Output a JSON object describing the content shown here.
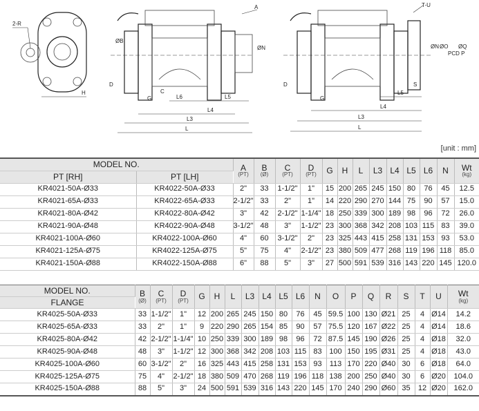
{
  "drawing_labels": {
    "d1": {
      "r": "2-R",
      "h": "H"
    },
    "d2": {
      "a": "A",
      "b": "ØB",
      "n": "ØN",
      "d": "D",
      "g": "G",
      "c": "C",
      "l6": "L6",
      "l5": "L5",
      "l4": "L4",
      "l3": "L3",
      "l": "L"
    },
    "d3": {
      "tu": "T-U",
      "n": "ØN",
      "o": "ØO",
      "pcd": "PCD P",
      "q": "ØQ",
      "d": "D",
      "s": "S",
      "g": "G",
      "l5": "L5",
      "l4": "L4",
      "l3": "L3",
      "l": "L"
    }
  },
  "unit": "[unit : mm]",
  "table1": {
    "model_no": "MODEL NO.",
    "pt_rh": "PT [RH]",
    "pt_lh": "PT [LH]",
    "cols": [
      {
        "h": "A",
        "s": "(PT)"
      },
      {
        "h": "B",
        "s": "(Ø)"
      },
      {
        "h": "C",
        "s": "(PT)"
      },
      {
        "h": "D",
        "s": "(PT)"
      },
      {
        "h": "G",
        "s": ""
      },
      {
        "h": "H",
        "s": ""
      },
      {
        "h": "L",
        "s": ""
      },
      {
        "h": "L3",
        "s": ""
      },
      {
        "h": "L4",
        "s": ""
      },
      {
        "h": "L5",
        "s": ""
      },
      {
        "h": "L6",
        "s": ""
      },
      {
        "h": "N",
        "s": ""
      },
      {
        "h": "Wt",
        "s": "(kg)"
      }
    ],
    "rows": [
      [
        "KR4021-50A-Ø33",
        "KR4022-50A-Ø33",
        "2\"",
        "33",
        "1-1/2\"",
        "1\"",
        "15",
        "200",
        "265",
        "245",
        "150",
        "80",
        "76",
        "45",
        "12.5"
      ],
      [
        "KR4021-65A-Ø33",
        "KR4022-65A-Ø33",
        "2-1/2\"",
        "33",
        "2\"",
        "1\"",
        "14",
        "220",
        "290",
        "270",
        "144",
        "75",
        "90",
        "57",
        "15.0"
      ],
      [
        "KR4021-80A-Ø42",
        "KR4022-80A-Ø42",
        "3\"",
        "42",
        "2-1/2\"",
        "1-1/4\"",
        "18",
        "250",
        "339",
        "300",
        "189",
        "98",
        "96",
        "72",
        "26.0"
      ],
      [
        "KR4021-90A-Ø48",
        "KR4022-90A-Ø48",
        "3-1/2\"",
        "48",
        "3\"",
        "1-1/2\"",
        "23",
        "300",
        "368",
        "342",
        "208",
        "103",
        "115",
        "83",
        "39.0"
      ],
      [
        "KR4021-100A-Ø60",
        "KR4022-100A-Ø60",
        "4\"",
        "60",
        "3-1/2\"",
        "2\"",
        "23",
        "325",
        "443",
        "415",
        "258",
        "131",
        "153",
        "93",
        "53.0"
      ],
      [
        "KR4021-125A-Ø75",
        "KR4022-125A-Ø75",
        "5\"",
        "75",
        "4\"",
        "2-1/2\"",
        "23",
        "380",
        "509",
        "477",
        "268",
        "119",
        "196",
        "118",
        "85.0"
      ],
      [
        "KR4021-150A-Ø88",
        "KR4022-150A-Ø88",
        "6\"",
        "88",
        "5\"",
        "3\"",
        "27",
        "500",
        "591",
        "539",
        "316",
        "143",
        "220",
        "145",
        "120.0"
      ]
    ]
  },
  "table2": {
    "model_no": "MODEL NO.",
    "flange": "FLANGE",
    "cols": [
      {
        "h": "B",
        "s": "(Ø)"
      },
      {
        "h": "C",
        "s": "(PT)"
      },
      {
        "h": "D",
        "s": "(PT)"
      },
      {
        "h": "G",
        "s": ""
      },
      {
        "h": "H",
        "s": ""
      },
      {
        "h": "L",
        "s": ""
      },
      {
        "h": "L3",
        "s": ""
      },
      {
        "h": "L4",
        "s": ""
      },
      {
        "h": "L5",
        "s": ""
      },
      {
        "h": "L6",
        "s": ""
      },
      {
        "h": "N",
        "s": ""
      },
      {
        "h": "O",
        "s": ""
      },
      {
        "h": "P",
        "s": ""
      },
      {
        "h": "Q",
        "s": ""
      },
      {
        "h": "R",
        "s": ""
      },
      {
        "h": "S",
        "s": ""
      },
      {
        "h": "T",
        "s": ""
      },
      {
        "h": "U",
        "s": ""
      },
      {
        "h": "Wt",
        "s": "(kg)"
      }
    ],
    "rows": [
      [
        "KR4025-50A-Ø33",
        "33",
        "1-1/2\"",
        "1\"",
        "12",
        "200",
        "265",
        "245",
        "150",
        "80",
        "76",
        "45",
        "59.5",
        "100",
        "130",
        "Ø21",
        "25",
        "4",
        "Ø14",
        "14.2"
      ],
      [
        "KR4025-65A-Ø33",
        "33",
        "2\"",
        "1\"",
        "9",
        "220",
        "290",
        "265",
        "154",
        "85",
        "90",
        "57",
        "75.5",
        "120",
        "167",
        "Ø22",
        "25",
        "4",
        "Ø14",
        "18.6"
      ],
      [
        "KR4025-80A-Ø42",
        "42",
        "2-1/2\"",
        "1-1/4\"",
        "10",
        "250",
        "339",
        "300",
        "189",
        "98",
        "96",
        "72",
        "87.5",
        "145",
        "190",
        "Ø26",
        "25",
        "4",
        "Ø18",
        "32.0"
      ],
      [
        "KR4025-90A-Ø48",
        "48",
        "3\"",
        "1-1/2\"",
        "12",
        "300",
        "368",
        "342",
        "208",
        "103",
        "115",
        "83",
        "100",
        "150",
        "195",
        "Ø31",
        "25",
        "4",
        "Ø18",
        "43.0"
      ],
      [
        "KR4025-100A-Ø60",
        "60",
        "3-1/2\"",
        "2\"",
        "16",
        "325",
        "443",
        "415",
        "258",
        "131",
        "153",
        "93",
        "113",
        "170",
        "220",
        "Ø40",
        "30",
        "6",
        "Ø18",
        "64.0"
      ],
      [
        "KR4025-125A-Ø75",
        "75",
        "4\"",
        "2-1/2\"",
        "18",
        "380",
        "509",
        "470",
        "268",
        "119",
        "196",
        "118",
        "138",
        "200",
        "250",
        "Ø40",
        "30",
        "6",
        "Ø20",
        "104.0"
      ],
      [
        "KR4025-150A-Ø88",
        "88",
        "5\"",
        "3\"",
        "24",
        "500",
        "591",
        "539",
        "316",
        "143",
        "220",
        "145",
        "170",
        "240",
        "290",
        "Ø60",
        "35",
        "12",
        "Ø20",
        "162.0"
      ]
    ]
  }
}
